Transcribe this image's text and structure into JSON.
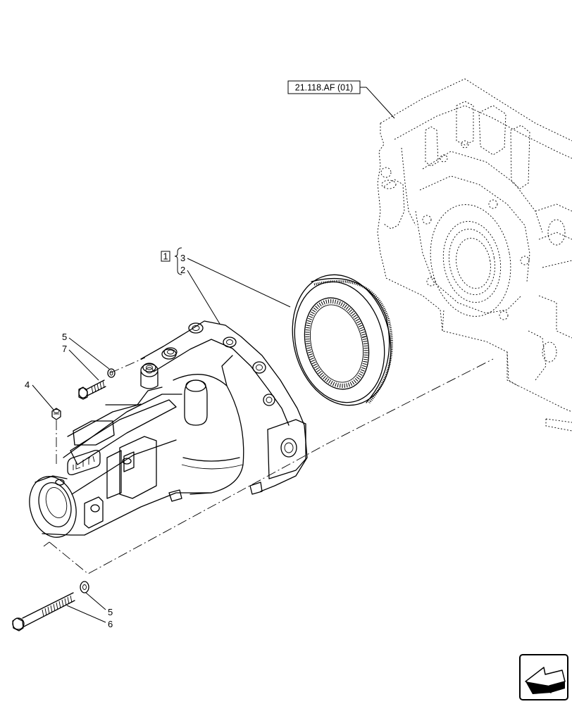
{
  "reference": {
    "label": "21.118.AF (01)"
  },
  "callouts": {
    "kit_box": "1",
    "item_3": "3",
    "item_2": "2",
    "item_5_top": "5",
    "item_7": "7",
    "item_4": "4",
    "item_5_bottom": "5",
    "item_6": "6"
  },
  "nav_icon": {
    "name": "previous-page-arrow-icon"
  }
}
